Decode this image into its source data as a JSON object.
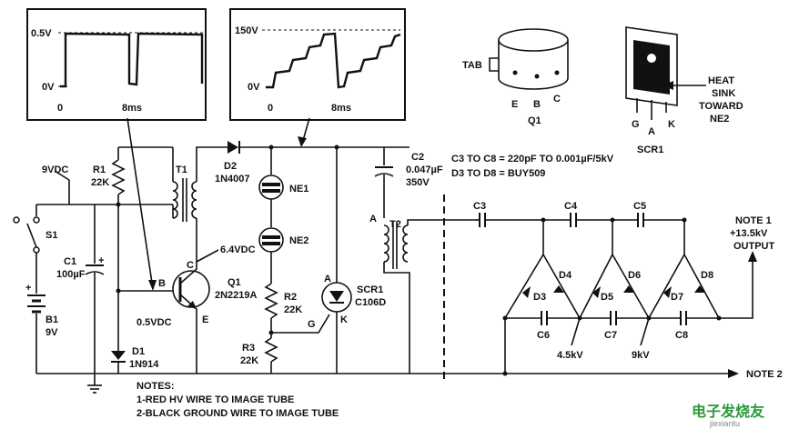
{
  "scopes": {
    "left": {
      "y_top": "0.5V",
      "y_bottom": "0V",
      "x_start": "0",
      "x_mid": "8ms"
    },
    "right": {
      "y_top": "150V",
      "y_bottom": "0V",
      "x_start": "0",
      "x_mid": "8ms"
    }
  },
  "components": {
    "supply": "9VDC",
    "s1": "S1",
    "c1": "C1",
    "c1_value": "100µF",
    "b1": "B1",
    "b1_value": "9V",
    "r1": "R1",
    "r1_value": "22K",
    "t1": "T1",
    "d1": "D1",
    "d1_part": "1N914",
    "d2": "D2",
    "d2_part": "1N4007",
    "q1": "Q1",
    "q1_part": "2N2219A",
    "q_b": "B",
    "q_c": "C",
    "q_e": "E",
    "collector_v": "6.4VDC",
    "base_v": "0.5VDC",
    "ne1": "NE1",
    "ne2": "NE2",
    "r2": "R2",
    "r2_value": "22K",
    "r3": "R3",
    "r3_value": "22K",
    "scr1": "SCR1",
    "scr1_part": "C106D",
    "scr_a": "A",
    "scr_g": "G",
    "scr_k": "K",
    "c2": "C2",
    "c2_value": "0.047µF",
    "c2_volt": "350V",
    "t2": "T2",
    "t2_a": "A",
    "c3": "C3",
    "c4": "C4",
    "c5": "C5",
    "c6": "C6",
    "c7": "C7",
    "c8": "C8",
    "d3": "D3",
    "d4": "D4",
    "d5": "D5",
    "d6": "D6",
    "d7": "D7",
    "d8": "D8",
    "v45": "4.5kV",
    "v9": "9kV",
    "note1_a": "NOTE 1",
    "note1_b": "+13.5kV",
    "note1_c": "OUTPUT",
    "note2": "NOTE 2"
  },
  "spec": {
    "line1": "C3 TO C8 = 220pF TO 0.001µF/5kV",
    "line2": "D3 TO D8 = BUY509"
  },
  "q1_pkg": {
    "tab": "TAB",
    "e": "E",
    "b": "B",
    "c": "C",
    "name": "Q1"
  },
  "scr_pkg": {
    "heat1": "HEAT",
    "heat2": "SINK",
    "heat3": "TOWARD",
    "heat4": "NE2",
    "g": "G",
    "a": "A",
    "k": "K",
    "name": "SCR1"
  },
  "notes": {
    "title": "NOTES:",
    "n1": "1-RED HV WIRE TO IMAGE TUBE",
    "n2": "2-BLACK GROUND WIRE TO IMAGE TUBE"
  },
  "watermark": {
    "text": "电子发烧友",
    "sub": "jiexiantu"
  }
}
